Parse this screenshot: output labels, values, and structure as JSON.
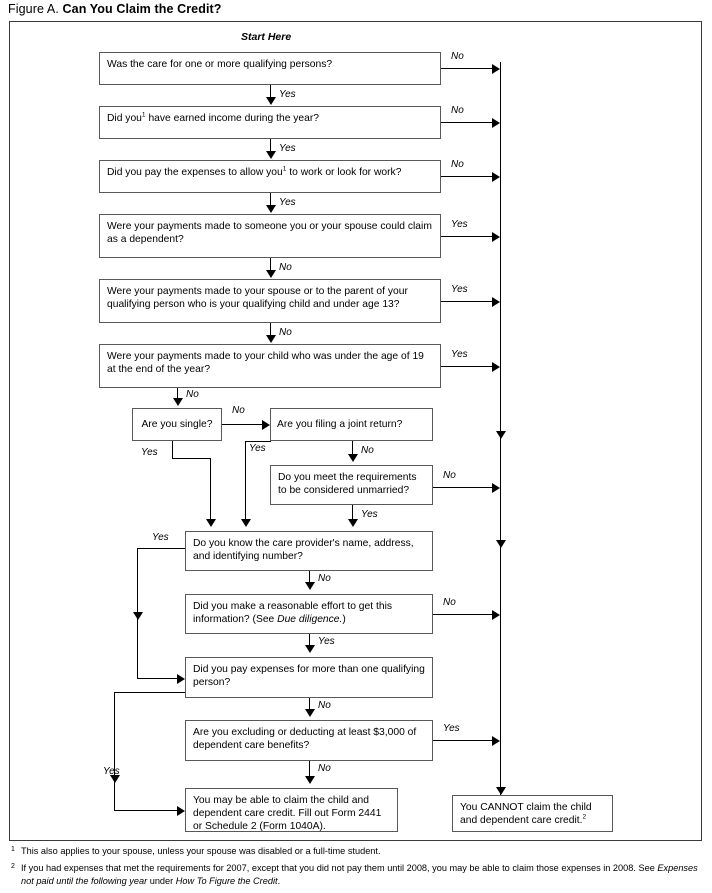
{
  "figure": {
    "label": "Figure A.",
    "title": "Can You Claim the Credit?",
    "start_label": "Start Here"
  },
  "nodes": [
    {
      "id": "q1",
      "text": "Was the care for one or more qualifying persons?"
    },
    {
      "id": "q2",
      "text": "Did you¹ have earned income during the year?"
    },
    {
      "id": "q3",
      "text": "Did you pay the expenses to allow you¹ to work or look for work?"
    },
    {
      "id": "q4",
      "text": "Were your payments made to someone you or your spouse could claim as a dependent?"
    },
    {
      "id": "q5",
      "text": "Were your payments made to your spouse or to the parent of your qualifying person who is your qualifying child and under age 13?"
    },
    {
      "id": "q6",
      "text": "Were your payments made to your child who was under the age of 19 at the end of the year?"
    },
    {
      "id": "q7",
      "text": "Are you single?"
    },
    {
      "id": "q8",
      "text": "Are you filing a joint return?"
    },
    {
      "id": "q9",
      "text": "Do you meet the requirements to be considered unmarried?"
    },
    {
      "id": "q10",
      "text": "Do you know the care provider's name, address, and identifying number?"
    },
    {
      "id": "q11",
      "text": "Did you make a reasonable effort to get this information? (See Due diligence.)"
    },
    {
      "id": "q12",
      "text": "Did you pay expenses for more than one qualifying person?"
    },
    {
      "id": "q13",
      "text": "Are you excluding or deducting at least $3,000 of dependent care benefits?"
    },
    {
      "id": "r1",
      "text": "You may be able to claim the child and dependent care credit. Fill out Form 2441 or Schedule 2 (Form 1040A)."
    },
    {
      "id": "r2",
      "text": "You CANNOT claim the child and dependent care credit.²"
    }
  ],
  "edge_labels": {
    "q1_no": "No",
    "q1_yes": "Yes",
    "q2_no": "No",
    "q2_yes": "Yes",
    "q3_no": "No",
    "q3_yes": "Yes",
    "q4_yes": "Yes",
    "q4_no": "No",
    "q5_yes": "Yes",
    "q5_no": "No",
    "q6_yes": "Yes",
    "q6_no": "No",
    "q7_no": "No",
    "q7_yes": "Yes",
    "q8_yes": "Yes",
    "q8_no": "No",
    "q9_no": "No",
    "q9_yes": "Yes",
    "q10_yes": "Yes",
    "q10_no": "No",
    "q11_no": "No",
    "q11_yes": "Yes",
    "q12_yes": "Yes",
    "q12_no": "No",
    "q13_yes": "Yes",
    "q13_no": "No"
  },
  "footnotes": [
    {
      "marker": "1",
      "text": "This also applies to your spouse, unless your spouse was disabled or a full-time student."
    },
    {
      "marker": "2",
      "text_part1": "If you had expenses that met the requirements for 2007, except that you did not pay them until 2008, you may be able to claim those expenses in 2008. See ",
      "italic1": "Expenses not paid until the following year",
      "text_part2": " under ",
      "italic2": "How To Figure the Credit",
      "text_part3": "."
    }
  ],
  "colors": {
    "ink": "#000000",
    "box_border": "#595959",
    "frame_border": "#3a3a3a",
    "background": "#ffffff"
  }
}
